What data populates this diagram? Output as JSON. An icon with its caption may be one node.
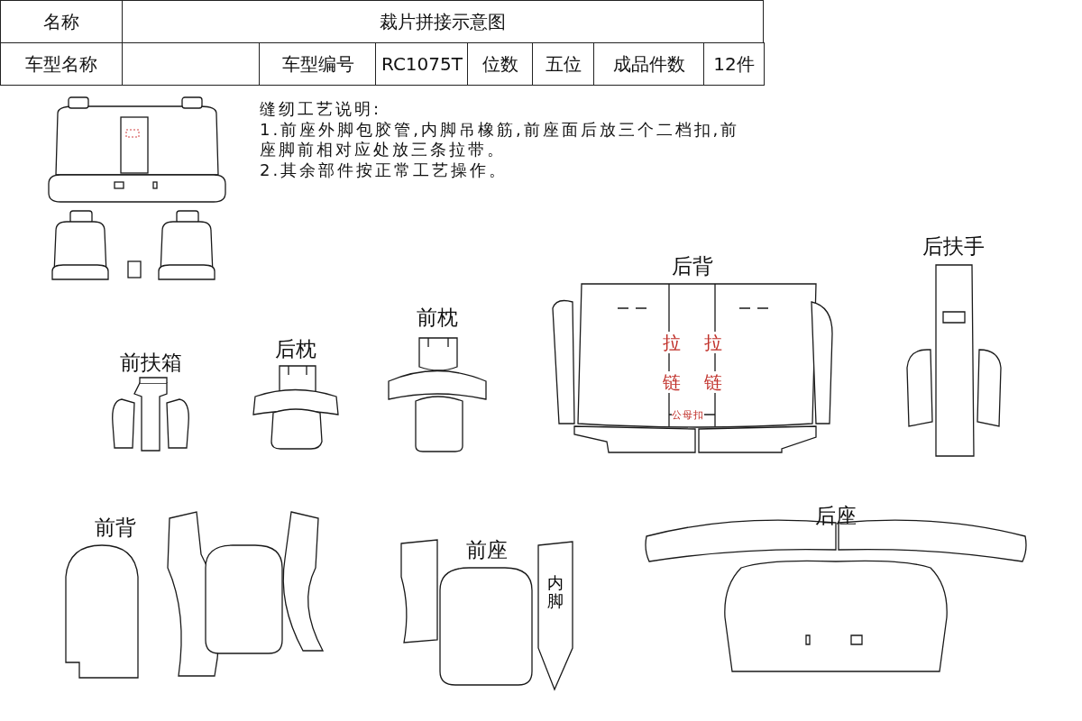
{
  "diagram": {
    "title": "裁片拼接示意图",
    "nodes": [
      {
        "text": [
          "前扶箱"
        ]
      },
      {
        "text": [
          "后枕"
        ]
      },
      {
        "text": [
          "前枕"
        ]
      },
      {
        "text": [
          "后背"
        ]
      },
      {
        "text": [
          "后扶手"
        ]
      },
      {
        "text": [
          "前背"
        ]
      },
      {
        "text": [
          "前座"
        ]
      },
      {
        "text": [
          "内脚"
        ]
      },
      {
        "text": [
          "后座"
        ]
      }
    ],
    "labels": [
      "名称",
      "车型名称",
      "车型编号",
      "RC1075T",
      "位数",
      "五位",
      "成品件数",
      "12件",
      "缝纫工艺说明:",
      "1.前座外脚包胶管,内脚吊橡筋,前座面后放三个二档扣,前座脚前相对应处放三条拉带。",
      "2.其余部件按正常工艺操作。",
      "拉",
      "拉",
      "链",
      "链",
      "公母扣"
    ]
  }
}
